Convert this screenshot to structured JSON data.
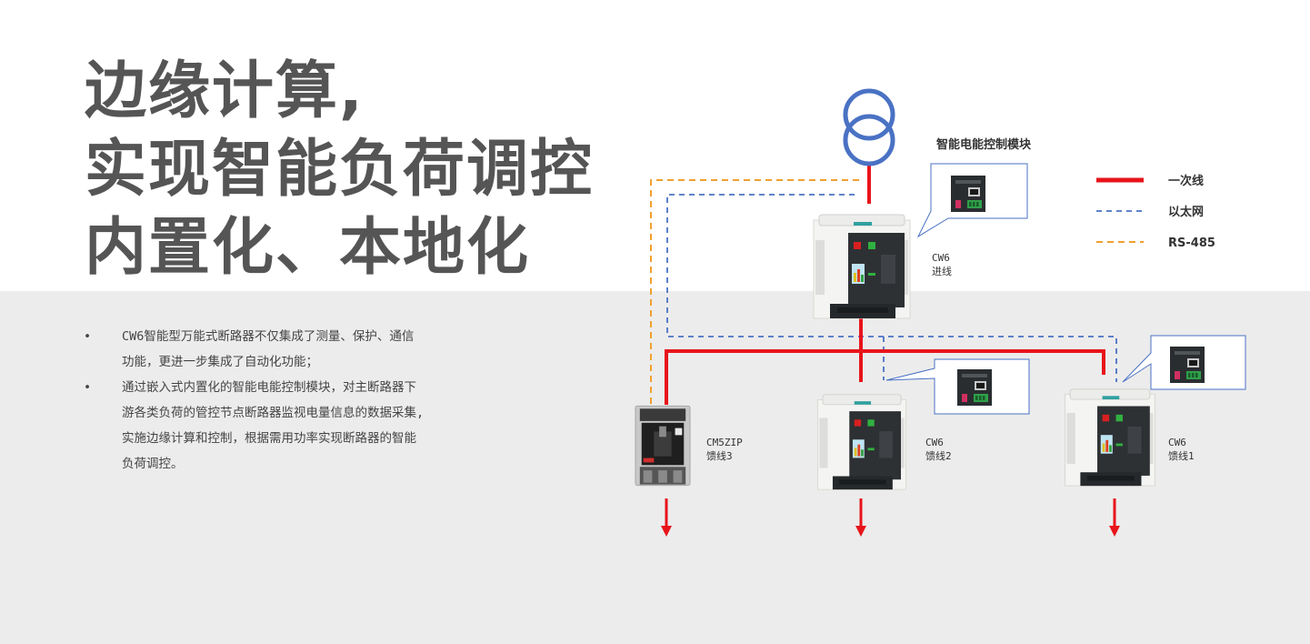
{
  "headline": [
    "边缘计算,",
    "实现智能负荷调控",
    "内置化、本地化"
  ],
  "bullets": [
    {
      "marker": "•",
      "lines": [
        "CW6智能型万能式断路器不仅集成了测量、保护、通信",
        "功能，更进一步集成了自动化功能；"
      ]
    },
    {
      "marker": "•",
      "lines": [
        "通过嵌入式内置化的智能电能控制模块，对主断路器下",
        "游各类负荷的管控节点断路器监视电量信息的数据采集,",
        "实施边缘计算和控制，根据需用功率实现断路器的智能",
        "负荷调控。"
      ]
    }
  ],
  "diagram": {
    "module_title": "智能电能控制模块",
    "devices": {
      "incoming": {
        "model": "CW6",
        "role": "进线"
      },
      "feeder3": {
        "model": "CM5ZIP",
        "role": "馈线3"
      },
      "feeder2": {
        "model": "CW6",
        "role": "馈线2"
      },
      "feeder1": {
        "model": "CW6",
        "role": "馈线1"
      }
    },
    "legend": [
      {
        "label": "一次线",
        "color": "#e8141b",
        "style": "solid"
      },
      {
        "label": "以太网",
        "color": "#4a72c4",
        "style": "dashed"
      },
      {
        "label": "RS-485",
        "color": "#f0a030",
        "style": "dashed"
      }
    ],
    "colors": {
      "primary_line": "#e8141b",
      "ethernet": "#4a72c4",
      "rs485": "#f0a030",
      "transformer": "#4a72c4"
    }
  }
}
